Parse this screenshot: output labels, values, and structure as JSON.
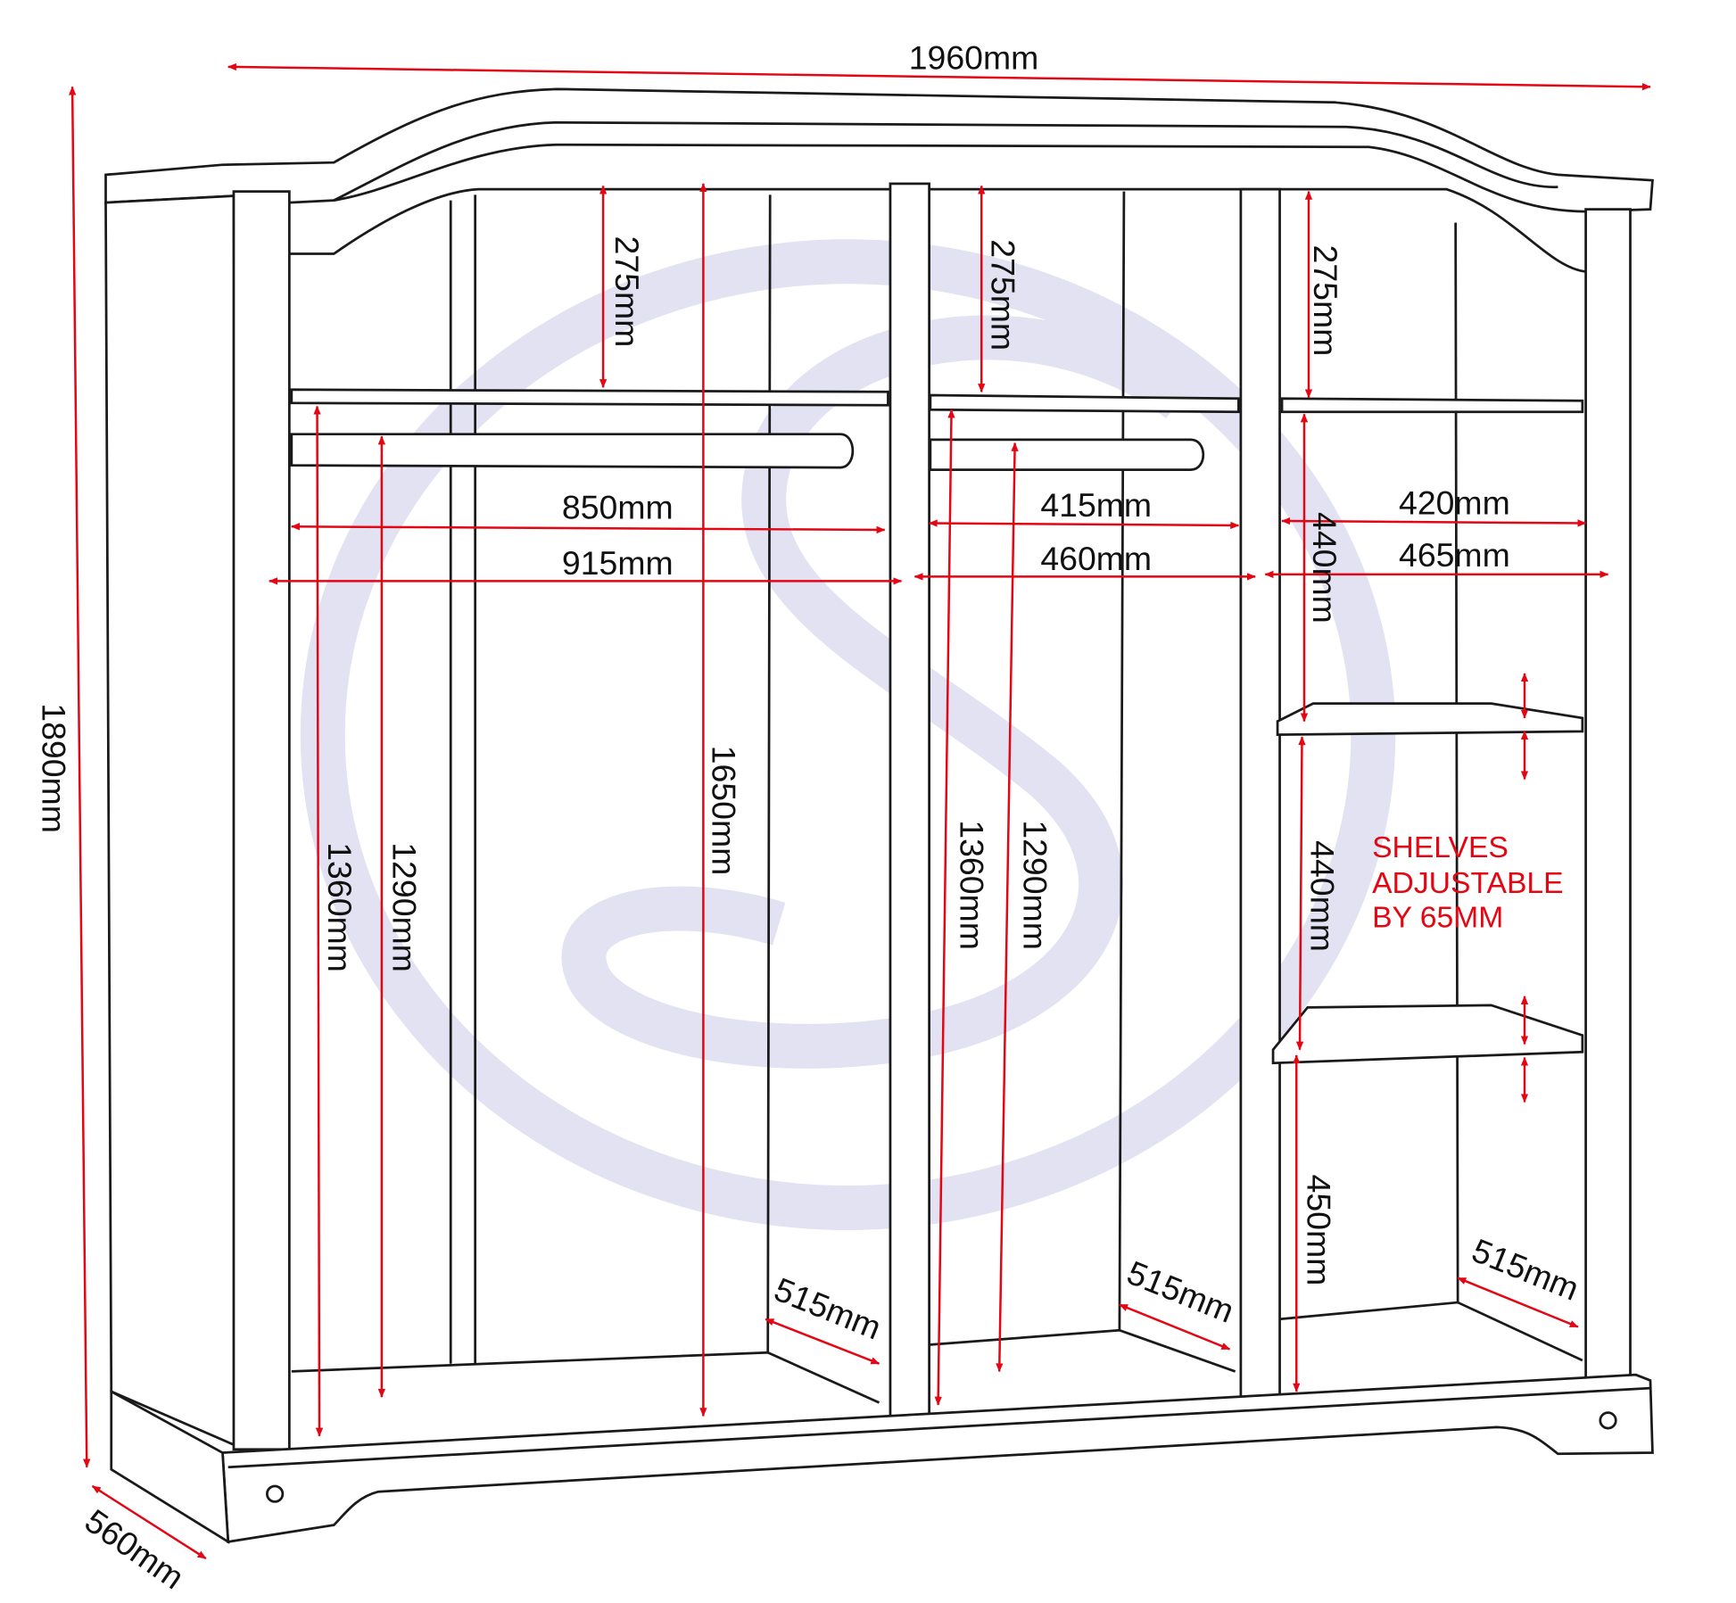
{
  "title": "Wardrobe dimension diagram",
  "colors": {
    "dimension": "#e30613",
    "outline": "#1a1a1a",
    "watermark": "#e2e2f2"
  },
  "overall": {
    "width": "1960mm",
    "height": "1890mm",
    "depth": "560mm"
  },
  "top_gaps": [
    "275mm",
    "275mm",
    "275mm"
  ],
  "internal_height": "1650mm",
  "left_section": {
    "height_rail": "1360mm",
    "height_hanging": "1290mm",
    "rail_width": "850mm",
    "width": "915mm",
    "depth": "515mm"
  },
  "middle_section": {
    "height_rail": "1360mm",
    "height_hanging": "1290mm",
    "rail_width": "415mm",
    "width": "460mm",
    "depth": "515mm"
  },
  "right_section": {
    "inner_width": "420mm",
    "width": "465mm",
    "shelf_gaps": [
      "440mm",
      "440mm",
      "450mm"
    ],
    "depth": "515mm"
  },
  "shelves_note": [
    "SHELVES",
    "ADJUSTABLE",
    "BY 65MM"
  ]
}
